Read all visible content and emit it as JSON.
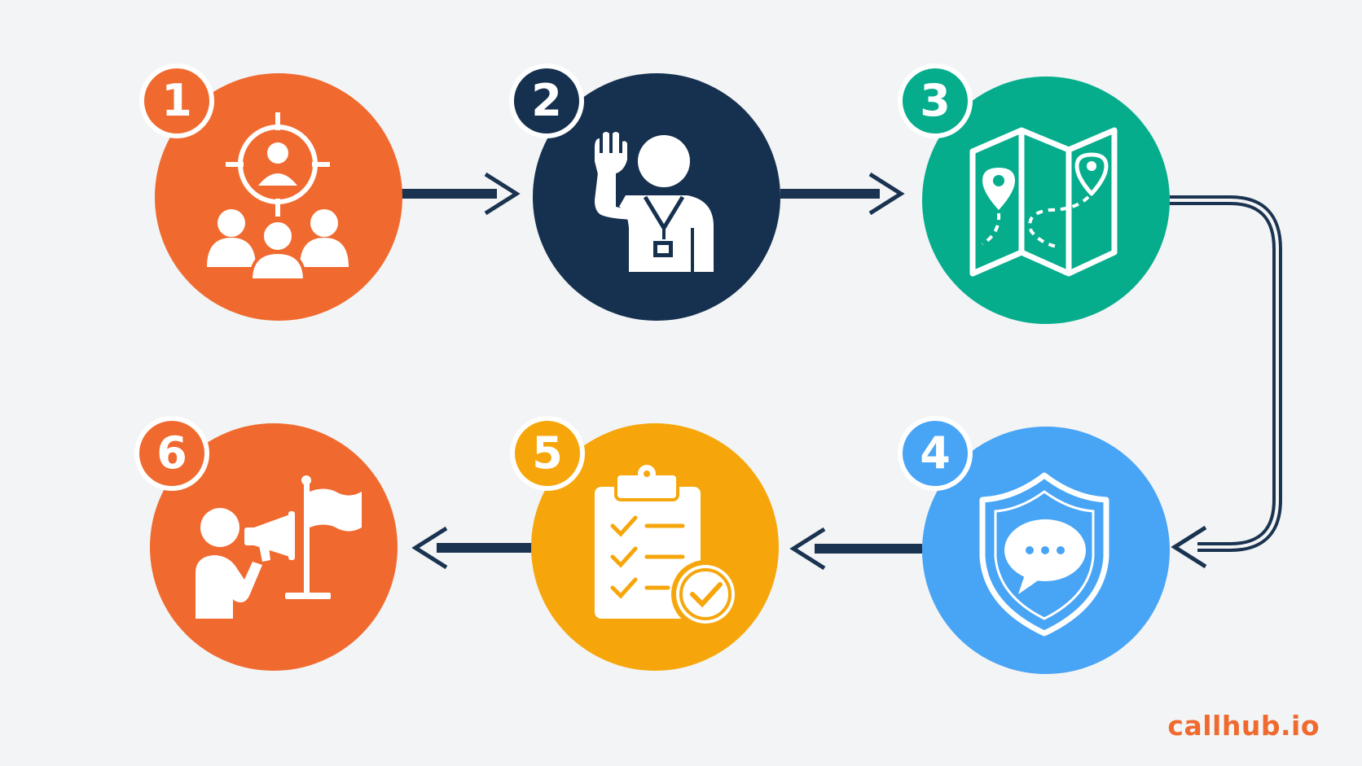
{
  "colors": {
    "background": "#f3f4f5",
    "connector": "#1a3350",
    "white": "#ffffff"
  },
  "steps": [
    {
      "number": "1",
      "icon": "target-audience-icon",
      "color": "#f06a2f"
    },
    {
      "number": "2",
      "icon": "volunteer-recruit-icon",
      "color": "#16314f"
    },
    {
      "number": "3",
      "icon": "map-route-icon",
      "color": "#05ad8d"
    },
    {
      "number": "4",
      "icon": "shield-chat-icon",
      "color": "#48a4f5"
    },
    {
      "number": "5",
      "icon": "checklist-clipboard-icon",
      "color": "#f6a60b"
    },
    {
      "number": "6",
      "icon": "megaphone-flag-icon",
      "color": "#f06a2f"
    }
  ],
  "watermark": {
    "text": "callhub.io",
    "color": "#f06a2f"
  }
}
